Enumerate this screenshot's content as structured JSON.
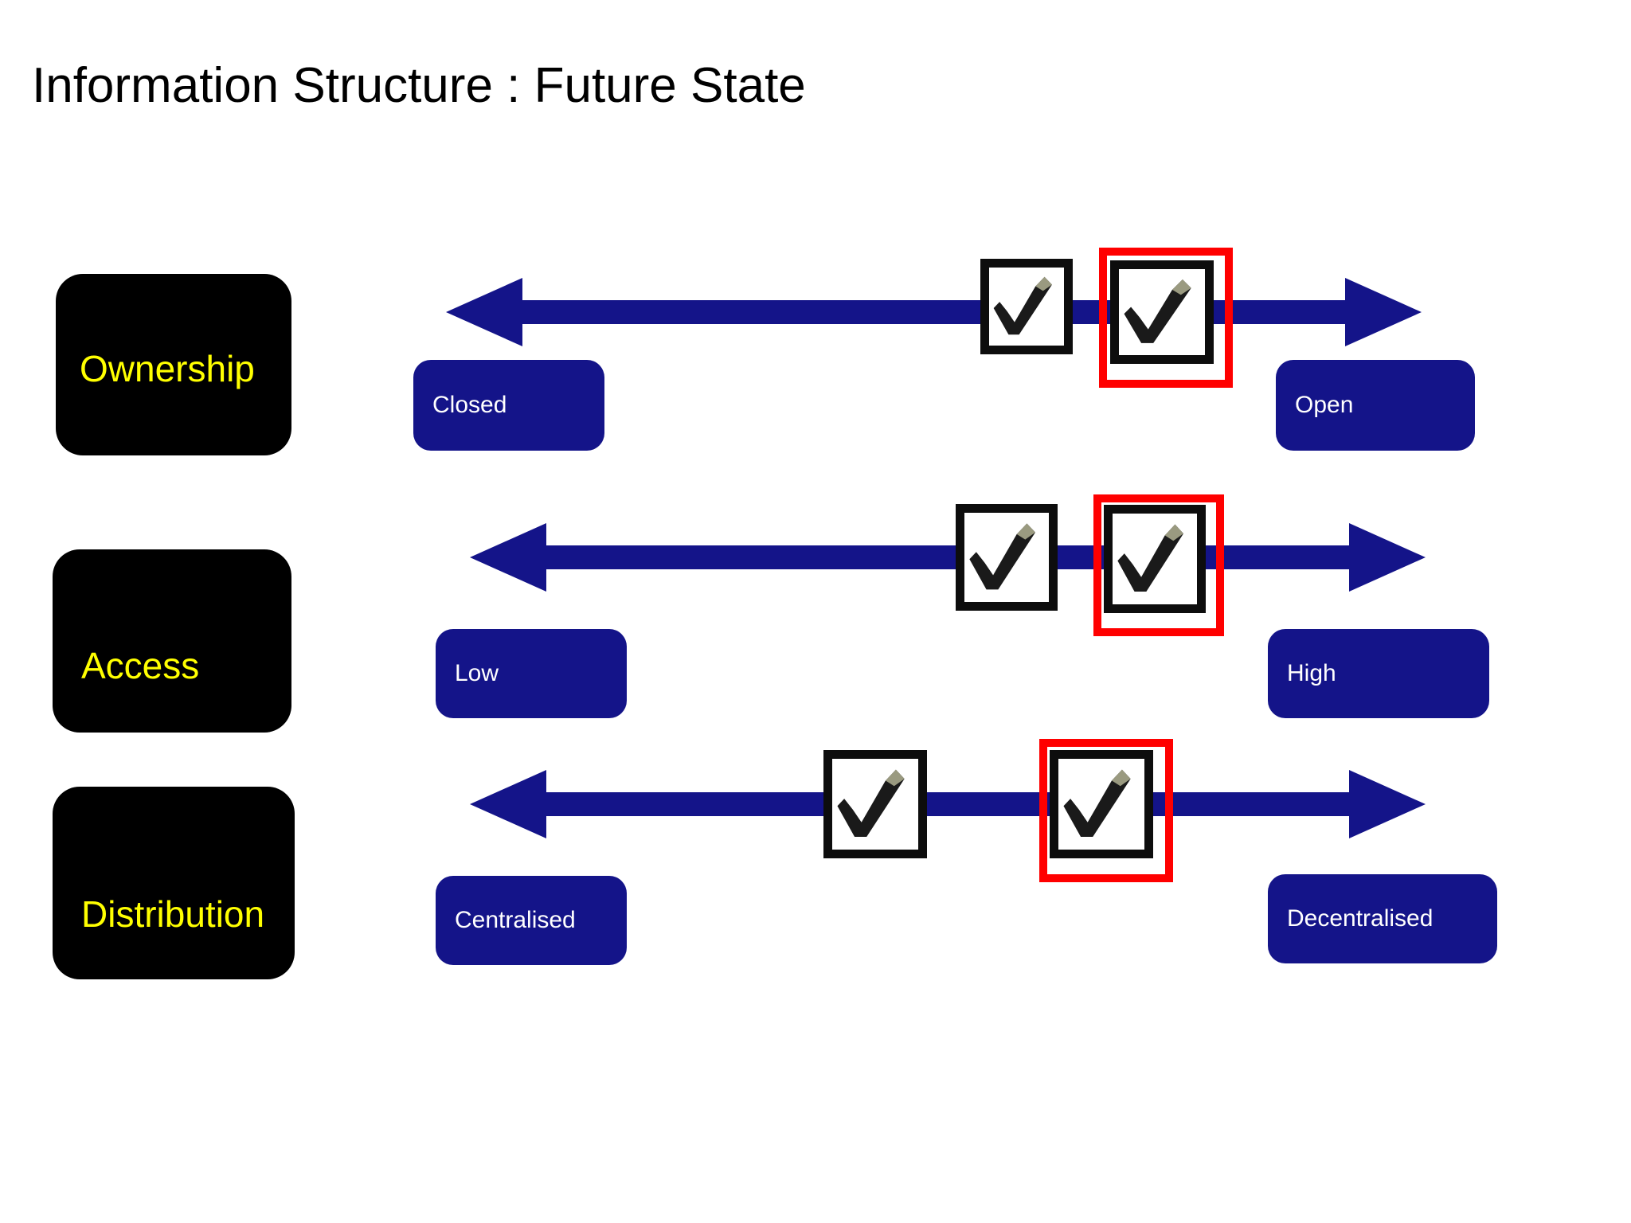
{
  "slide": {
    "title": "Information Structure : Future State",
    "background_color": "#ffffff"
  },
  "colors": {
    "category_box": "#000000",
    "category_text": "#ffff00",
    "pole_box": "#141489",
    "pole_text": "#ffffff",
    "arrow": "#141489",
    "highlight": "#ff0000",
    "check_frame": "#0d0d0d",
    "check_shadow": "#5a5a5a"
  },
  "rows": [
    {
      "category": "Ownership",
      "left_pole": "Closed",
      "right_pole": "Open",
      "marks": [
        {
          "name": "current-state-mark",
          "highlighted": false
        },
        {
          "name": "future-state-mark",
          "highlighted": true
        }
      ]
    },
    {
      "category": "Access",
      "left_pole": "Low",
      "right_pole": "High",
      "marks": [
        {
          "name": "current-state-mark",
          "highlighted": false
        },
        {
          "name": "future-state-mark",
          "highlighted": true
        }
      ]
    },
    {
      "category": "Distribution",
      "left_pole": "Centralised",
      "right_pole": "Decentralised",
      "marks": [
        {
          "name": "current-state-mark",
          "highlighted": false
        },
        {
          "name": "future-state-mark",
          "highlighted": true
        }
      ]
    }
  ],
  "icons": {
    "check": "check-mark-icon",
    "arrow": "double-headed-arrow-icon"
  }
}
